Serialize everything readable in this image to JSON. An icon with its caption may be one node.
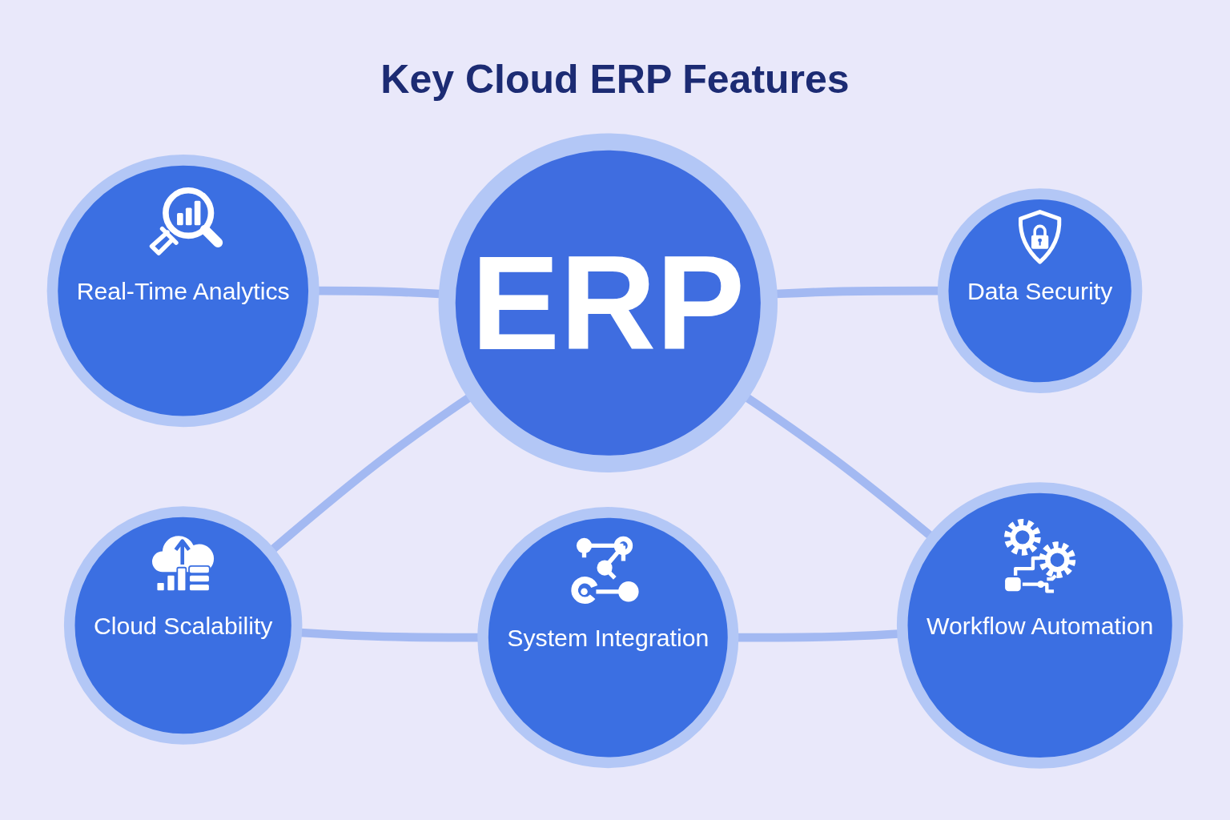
{
  "diagram": {
    "title": "Key Cloud ERP Features",
    "nodes": [
      {
        "text": [
          "ERP"
        ]
      },
      {
        "text": [
          "Real-Time Analytics"
        ]
      },
      {
        "text": [
          "Data Security"
        ]
      },
      {
        "text": [
          "Cloud Scalability"
        ]
      },
      {
        "text": [
          "Workflow Automation"
        ]
      },
      {
        "text": [
          "System Integration"
        ]
      }
    ],
    "edges": [
      {
        "from": 1,
        "to": 0,
        "arrow": "none"
      },
      {
        "from": 0,
        "to": 2,
        "arrow": "none"
      },
      {
        "from": 3,
        "to": 0,
        "arrow": "none"
      },
      {
        "from": 0,
        "to": 4,
        "arrow": "none"
      },
      {
        "from": 3,
        "to": 5,
        "arrow": "none"
      },
      {
        "from": 5,
        "to": 4,
        "arrow": "none"
      }
    ]
  }
}
